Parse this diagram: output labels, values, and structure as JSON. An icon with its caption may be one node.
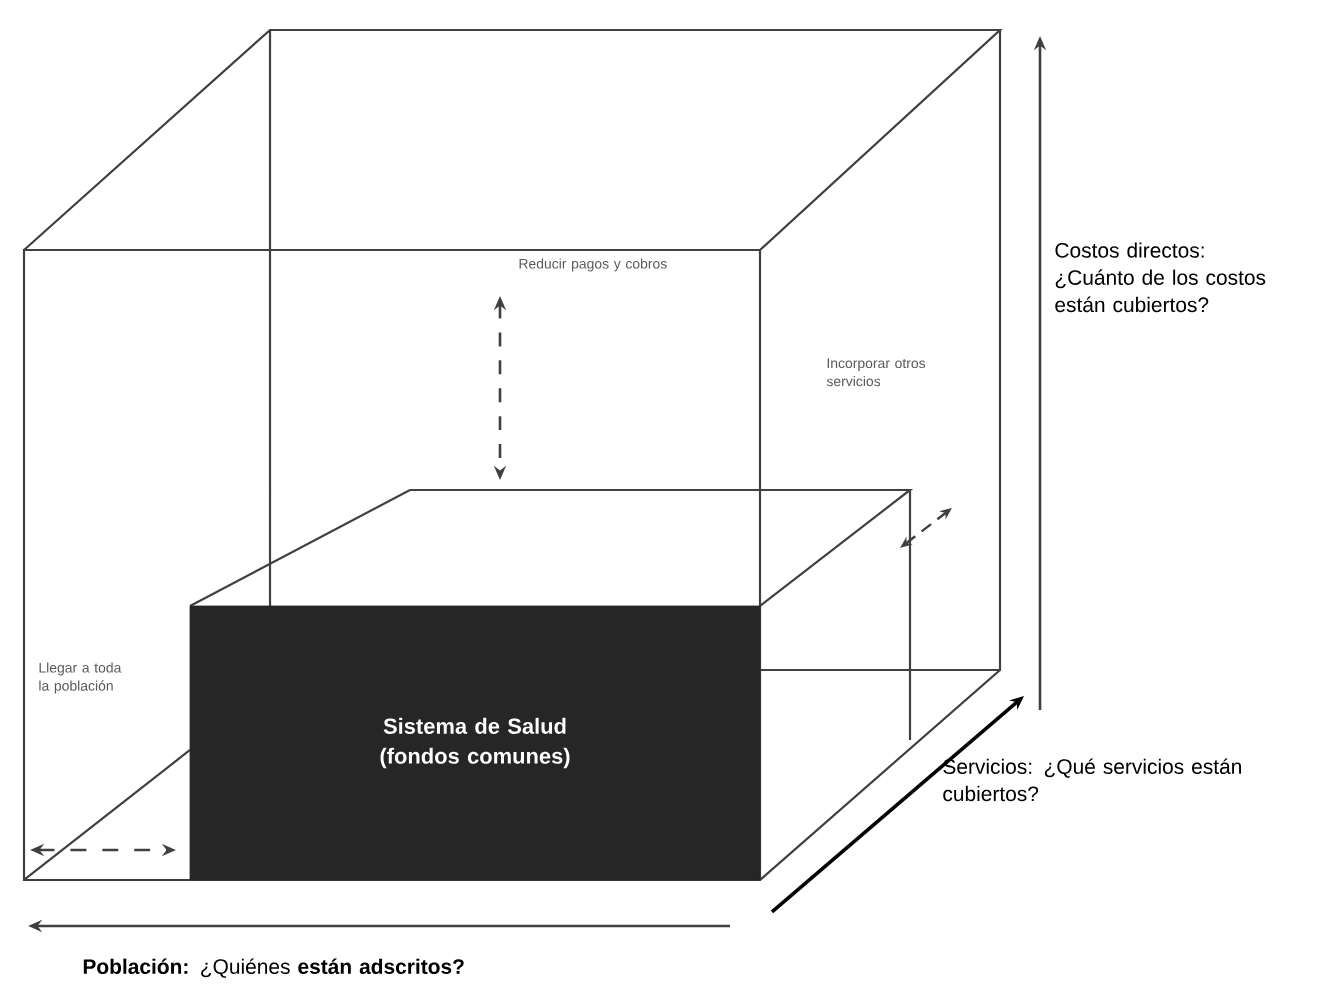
{
  "diagram": {
    "nodes": [
      {
        "text": [
          "Sistema de Salud (fondos comunes)"
        ]
      }
    ],
    "labels": [
      "Reducir pagos y cobros",
      "Incorporar otros servicios",
      "Costos directos: ¿Cuánto de los costos están cubiertos?",
      "Llegar a toda la población",
      "Servicios: ¿Qué servicios están cubiertos?",
      "**Población:** ¿Quiénes **están adscritos?**"
    ]
  }
}
